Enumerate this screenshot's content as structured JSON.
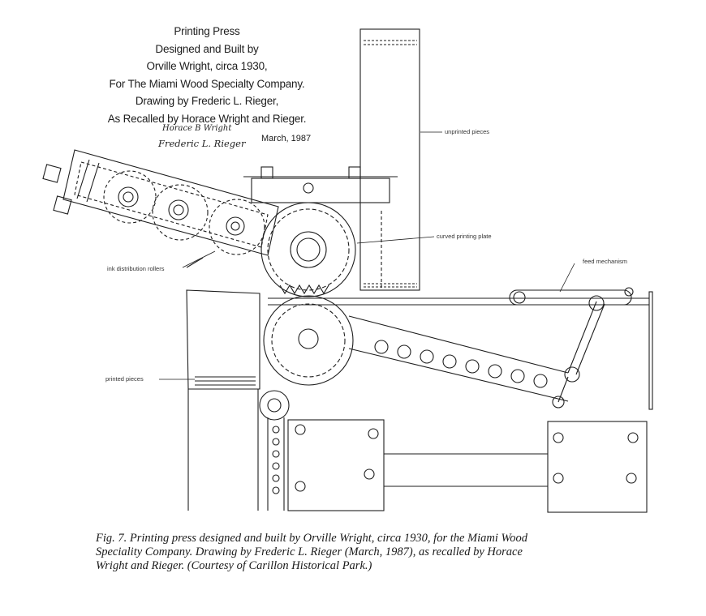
{
  "title": {
    "lines": [
      "Printing Press",
      "Designed and Built by",
      "Orville Wright, circa 1930,",
      "For The Miami Wood Specialty Company.",
      "Drawing by Frederic L. Rieger,",
      "As Recalled by Horace Wright and Rieger."
    ]
  },
  "signatures": [
    "Horace B Wright",
    "Frederic L. Rieger"
  ],
  "date": "March, 1987",
  "labels": {
    "unprinted_pieces": "unprinted pieces",
    "curved_printing_plate": "curved printing plate",
    "feed_mechanism": "feed mechanism",
    "ink_distribution_rollers": "ink distribution rollers",
    "printed_pieces": "printed pieces"
  },
  "caption": {
    "lines": [
      "Fig. 7. Printing press designed and built by Orville Wright, circa 1930, for the Miami Wood",
      "Speciality Company. Drawing by Frederic L. Rieger (March, 1987), as recalled by Horace",
      "Wright and Rieger. (Courtesy of Carillon Historical Park.)"
    ]
  },
  "colors": {
    "ink": "#1e1e1e",
    "paper": "#ffffff"
  }
}
